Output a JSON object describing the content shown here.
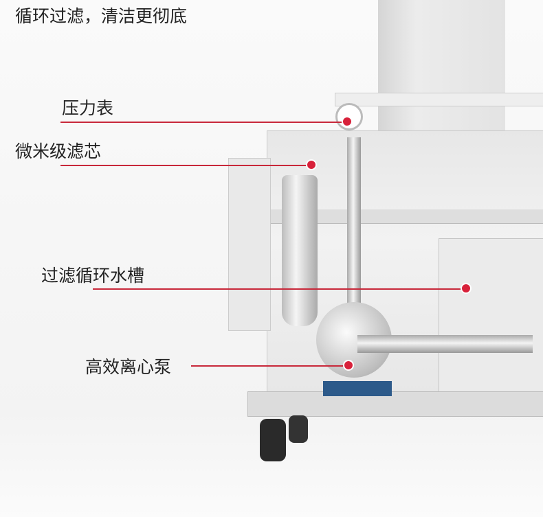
{
  "title": "循环过滤，清洁更彻底",
  "callouts": [
    {
      "label": "压力表"
    },
    {
      "label": "微米级滤芯"
    },
    {
      "label": "过滤循环水槽"
    },
    {
      "label": "高效离心泵"
    }
  ],
  "colors": {
    "accent": "#d8213a",
    "text": "#222222"
  }
}
